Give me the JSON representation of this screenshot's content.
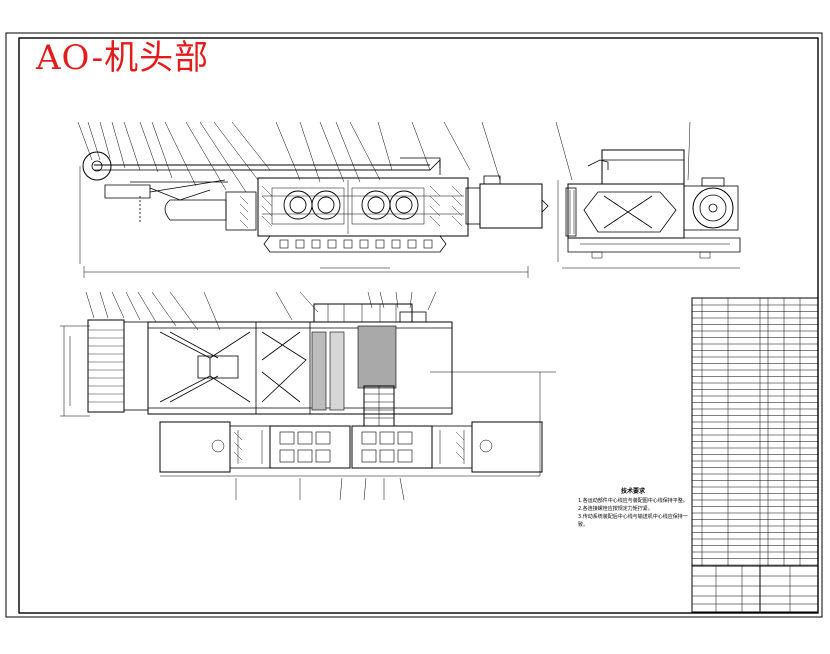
{
  "title": "AO-机头部",
  "notes": {
    "heading": "技术要求",
    "lines": [
      "1.各运动部件中心线应与装配图中心线保持平整。",
      "2.各连接螺栓应按规定力矩拧紧。",
      "3.传动系统装配后中心线与输送机中心线应保持一致。"
    ]
  },
  "colors": {
    "title": "#e31b1b",
    "line": "#000000",
    "paper": "#ffffff"
  }
}
